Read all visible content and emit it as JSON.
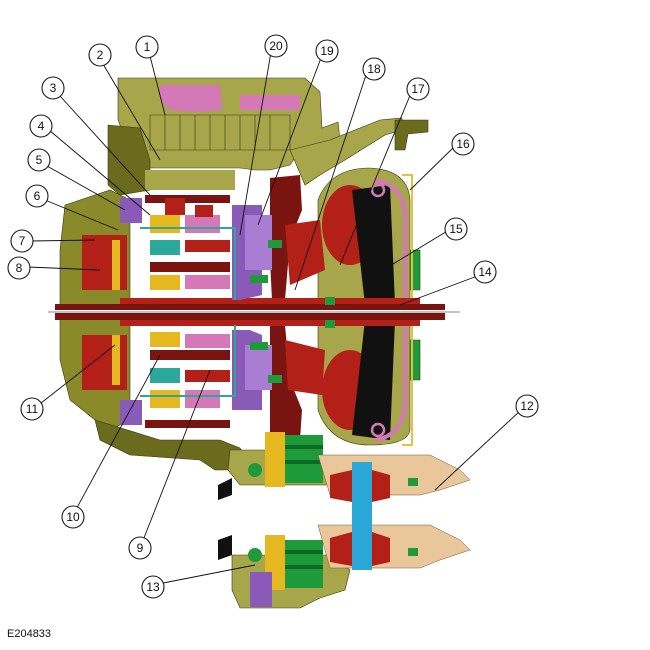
{
  "figure": {
    "id_label": "E204833",
    "callouts": [
      "1",
      "2",
      "3",
      "4",
      "5",
      "6",
      "7",
      "8",
      "9",
      "10",
      "11",
      "12",
      "13",
      "14",
      "15",
      "16",
      "17",
      "18",
      "19",
      "20"
    ]
  },
  "colors": {
    "housing": "#6b6b1e",
    "housing_light": "#a7a64a",
    "gear_red": "#b32018",
    "dark_red": "#7a1410",
    "purple": "#8a5ab8",
    "pink": "#d478b8",
    "teal": "#2aa89a",
    "green": "#1e9a3a",
    "yellow": "#e6b820",
    "tan": "#e9c79a",
    "blue": "#29a8d8",
    "black": "#111111"
  }
}
